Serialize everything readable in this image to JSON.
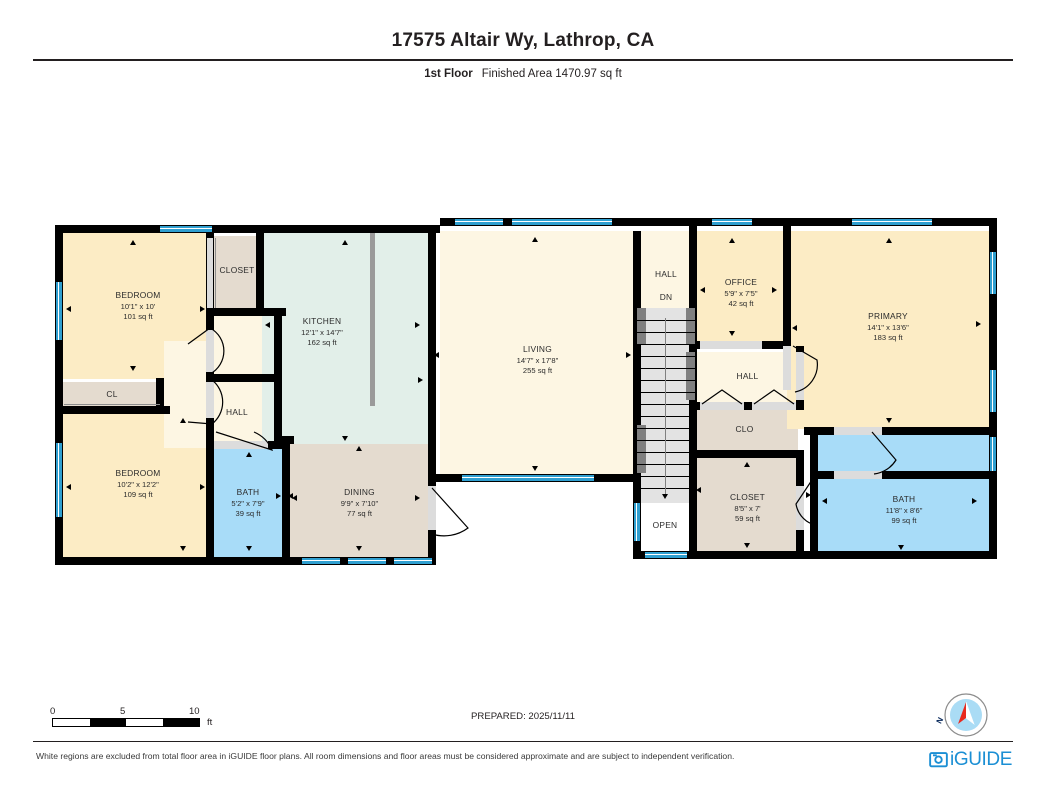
{
  "header": {
    "title": "17575 Altair Wy, Lathrop, CA",
    "floor_label": "1st Floor",
    "area_label": "Finished Area 1470.97 sq ft"
  },
  "footer": {
    "prepared": "PREPARED: 2025/11/11",
    "disclaimer": "White regions are excluded from total floor area in iGUIDE floor plans. All room dimensions and floor areas must be considered approximate and are subject to independent verification.",
    "brand": "iGUIDE",
    "scale": {
      "tick_0": "0",
      "tick_5": "5",
      "tick_10": "10",
      "unit": "ft"
    },
    "compass_north": "N"
  },
  "rooms": [
    {
      "id": "bedroom-1",
      "name": "BEDROOM",
      "dim": "10'1\" x 10'",
      "area": "101 sq ft",
      "color": "#fcecc5"
    },
    {
      "id": "closet-top",
      "name": "CLOSET",
      "dim": "",
      "area": "",
      "color": "#e4dbcf"
    },
    {
      "id": "kitchen",
      "name": "KITCHEN",
      "dim": "12'1\" x 14'7\"",
      "area": "162 sq ft",
      "color": "#e2efe9"
    },
    {
      "id": "living",
      "name": "LIVING",
      "dim": "14'7\" x 17'8\"",
      "area": "255 sq ft",
      "color": "#fdf6e3"
    },
    {
      "id": "hall-center",
      "name": "HALL",
      "dim": "",
      "area": "",
      "color": "#fdf6e3"
    },
    {
      "id": "stairs-dn",
      "name": "DN",
      "dim": "",
      "area": "",
      "color": "#e3e3e3"
    },
    {
      "id": "office",
      "name": "OFFICE",
      "dim": "5'9\" x 7'5\"",
      "area": "42 sq ft",
      "color": "#fcecc5"
    },
    {
      "id": "primary",
      "name": "PRIMARY",
      "dim": "14'1\" x 13'6\"",
      "area": "183 sq ft",
      "color": "#fcecc5"
    },
    {
      "id": "hall-right",
      "name": "HALL",
      "dim": "",
      "area": "",
      "color": "#fdf6e3"
    },
    {
      "id": "clo",
      "name": "CLO",
      "dim": "",
      "area": "",
      "color": "#e4dbcf"
    },
    {
      "id": "closet-right",
      "name": "CLOSET",
      "dim": "8'5\" x 7'",
      "area": "59 sq ft",
      "color": "#e4dbcf"
    },
    {
      "id": "bath-right",
      "name": "BATH",
      "dim": "11'8\" x 8'6\"",
      "area": "99 sq ft",
      "color": "#a8dcf8"
    },
    {
      "id": "cl-left",
      "name": "CL",
      "dim": "",
      "area": "",
      "color": "#e4dbcf"
    },
    {
      "id": "hall-left",
      "name": "HALL",
      "dim": "",
      "area": "",
      "color": "#fdf6e3"
    },
    {
      "id": "bedroom-2",
      "name": "BEDROOM",
      "dim": "10'2\" x 12'2\"",
      "area": "109 sq ft",
      "color": "#fcecc5"
    },
    {
      "id": "bath-left",
      "name": "BATH",
      "dim": "5'2\" x 7'9\"",
      "area": "39 sq ft",
      "color": "#a8dcf8"
    },
    {
      "id": "dining",
      "name": "DINING",
      "dim": "9'9\" x 7'10\"",
      "area": "77 sq ft",
      "color": "#e4dbcf"
    },
    {
      "id": "open-area",
      "name": "OPEN",
      "dim": "",
      "area": "",
      "color": "#ffffff"
    }
  ]
}
